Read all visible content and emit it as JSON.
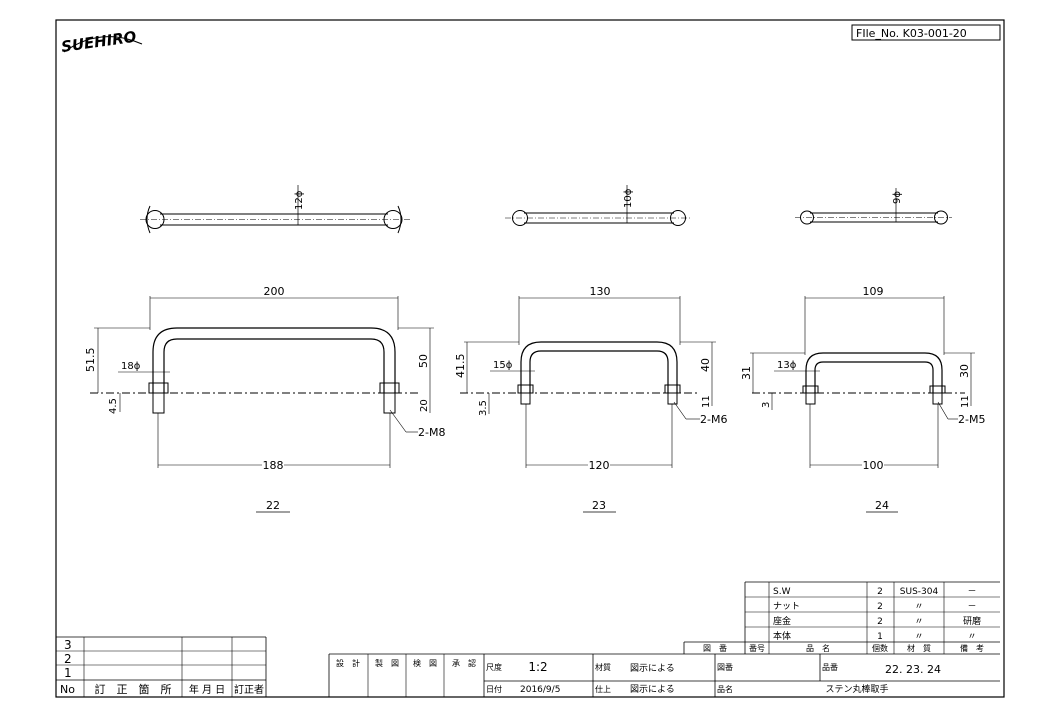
{
  "logo": "SUEHIRO",
  "file_no": "FIle_No. K03-001-20",
  "handles": [
    {
      "wire": "12ϕ",
      "length": "200",
      "height": "51.5",
      "inner": "50",
      "leg_dia": "18ϕ",
      "foot": "4.5",
      "thread_len": "20",
      "pitch": "188",
      "bolt": "2-M8",
      "number": "22"
    },
    {
      "wire": "10ϕ",
      "length": "130",
      "height": "41.5",
      "inner": "40",
      "leg_dia": "15ϕ",
      "foot": "3.5",
      "thread_len": "11",
      "pitch": "120",
      "bolt": "2-M6",
      "number": "23"
    },
    {
      "wire": "9ϕ",
      "length": "109",
      "height": "31",
      "inner": "30",
      "leg_dia": "13ϕ",
      "foot": "3",
      "thread_len": "11",
      "pitch": "100",
      "bolt": "2-M5",
      "number": "24"
    }
  ],
  "parts_list": {
    "rows": [
      {
        "name": "S.W",
        "qty": "2",
        "material": "SUS-304",
        "note": "－"
      },
      {
        "name": "ナット",
        "qty": "2",
        "material": "〃",
        "note": "－"
      },
      {
        "name": "座金",
        "qty": "2",
        "material": "〃",
        "note": "研磨"
      },
      {
        "name": "本体",
        "qty": "1",
        "material": "〃",
        "note": "〃"
      }
    ],
    "header": {
      "zuban": "図　番",
      "bango": "番号",
      "hinmei": "品　名",
      "kosu": "個数",
      "zaishitsu": "材　質",
      "biko": "備　考"
    }
  },
  "revision": {
    "rows": [
      "3",
      "2",
      "1"
    ],
    "header": {
      "no": "No",
      "teisei": "訂　正　箇　所",
      "date": "年 月 日",
      "person": "訂正者"
    }
  },
  "title_block": {
    "sekkei": "設　計",
    "seizu": "製　図",
    "kenzu": "検　図",
    "shonin": "承　認",
    "scale_label": "尺度",
    "scale": "1:2",
    "date_label": "日付",
    "date": "2016/9/5",
    "material_label": "材質",
    "material": "図示による",
    "finish_label": "仕上",
    "finish": "図示による",
    "zuban_label": "図番",
    "hinban_label": "品番",
    "hinban": "22. 23. 24",
    "hinmei_label": "品名",
    "hinmei": "ステン丸棒取手"
  }
}
